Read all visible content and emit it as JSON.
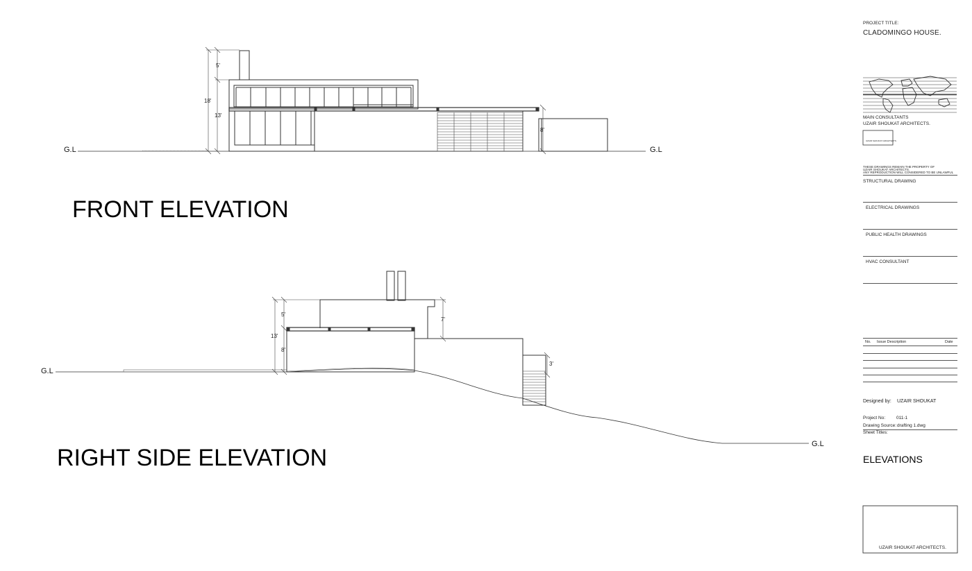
{
  "drawing": {
    "front": {
      "title": "FRONT ELEVATION",
      "gl_left": "G.L",
      "gl_right": "G.L",
      "dims": {
        "top": "5'",
        "total": "18'",
        "wall": "13'",
        "annex": "8'"
      }
    },
    "side": {
      "title": "RIGHT SIDE ELEVATION",
      "gl_left": "G.L",
      "gl_right": "G.L",
      "dims": {
        "top": "5'",
        "total": "13'",
        "wall": "8'",
        "parapet": "7'",
        "stair": "3'"
      }
    }
  },
  "title_block": {
    "project_title_label": "PROJECT TITLE:",
    "project_title": "CLADOMINGO HOUSE.",
    "main_consultants_label": "MAIN CONSULTANTS",
    "main_consultants": "UZAIR SHOUKAT ARCHITECTS.",
    "logo_text": "UZAIR SHOUKAT ARCHITECTS",
    "notice_line1": "THESE DRAWINGS REMAIN THE PROPERTY OF",
    "notice_line2": "UZAIR SHOUKAT ARCHITECTS.",
    "notice_line3": "ANY REPRODUCTION WILL CONSIDERED TO BE UNLAWFUL",
    "consultant_rows": [
      "STRUCTURAL DRAWING",
      "ELECTRICAL DRAWINGS",
      "PUBLIC HEALTH DRAWINGS",
      "HVAC CONSULTANT"
    ],
    "issue_table_headers": {
      "no": "No.",
      "description": "Issue Description",
      "date": "Date"
    },
    "designed_by_label": "Designed by:",
    "designed_by": "UZAIR SHOUKAT",
    "project_no_label": "Project No:",
    "project_no": "011-1",
    "drawing_source_label": "Drawing Source:",
    "drawing_source": "drafting 1.dwg",
    "sheet_titles_label": "Sheet Titles:",
    "sheet_title": "ELEVATIONS",
    "footer_firm": "UZAIR SHOUKAT ARCHITECTS."
  }
}
